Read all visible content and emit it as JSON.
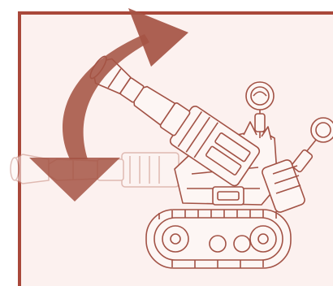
{
  "colors": {
    "background": "#fcf1ef",
    "frame": "#a9483a",
    "line": "#a25245",
    "arrow": "#a55444",
    "arrow_light": "#d79b8e",
    "part_fill": "#fdf6f4"
  },
  "arrow": {
    "direction": "bidirectional",
    "meaning": "arm rotation"
  },
  "robot": {
    "parts": [
      "tread-base",
      "body",
      "arm-raised",
      "arm-lowered-ghost",
      "sensor-knob-top",
      "sensor-knob-right"
    ]
  }
}
